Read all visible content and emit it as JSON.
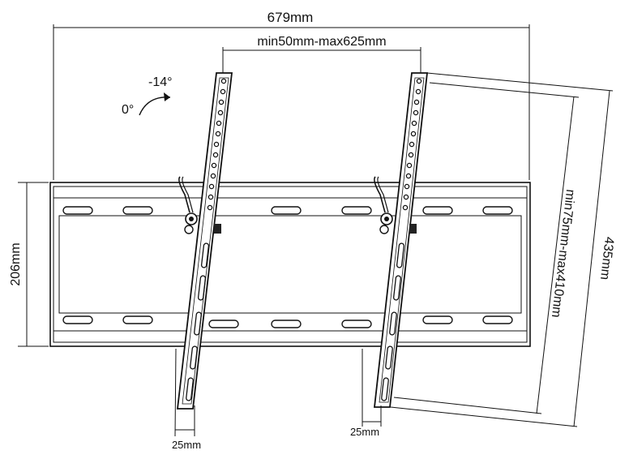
{
  "dimensions": {
    "overall_width": "679mm",
    "vesa_horizontal": "min50mm-max625mm",
    "vesa_vertical": "min75mm-max410mm",
    "overall_height": "435mm",
    "plate_height": "206mm",
    "arm_width_left": "25mm",
    "arm_width_right": "25mm"
  },
  "tilt": {
    "max_label": "-14°",
    "min_label": "0°"
  },
  "colors": {
    "line": "#111111",
    "background": "#ffffff"
  }
}
